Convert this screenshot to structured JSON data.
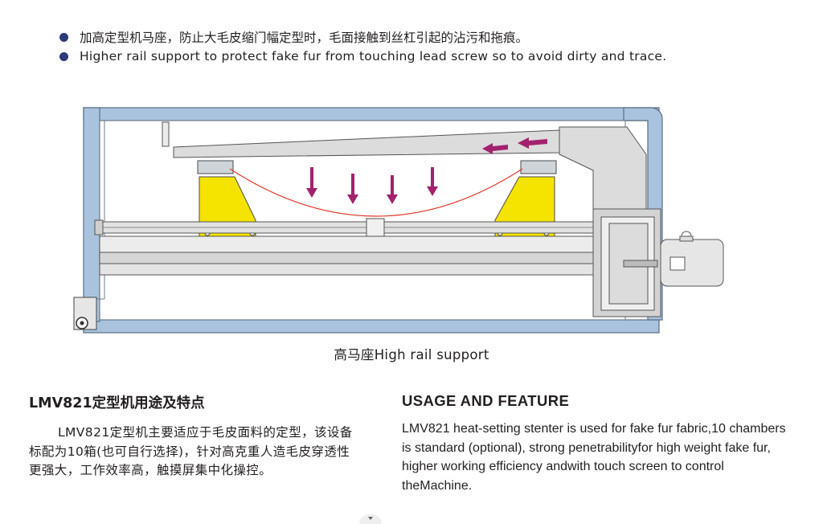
{
  "bullets": [
    "加高定型机马座，防止大毛皮缩门幅定型时，毛面接触到丝杠引起的沾污和拖痕。",
    "Higher rail support to protect fake fur from touching lead screw so to avoid dirty and trace."
  ],
  "caption": "高马座High rail support",
  "left_section": {
    "heading": "LMV821定型机用途及特点",
    "body": "LMV821定型机主要适应于毛皮面料的定型，该设备标配为10箱(也可自行选择)，针对高克重人造毛皮穿透性更强大，工作效率高，触摸屏集中化操控。"
  },
  "right_section": {
    "heading": "USAGE AND FEATURE",
    "body": "LMV821 heat-setting stenter is used for fake fur fabric,10 chambers is standard (optional), strong penetrabilityfor high weight fake fur, higher working efficiency andwith touch screen to control theMachine."
  },
  "colors": {
    "bullet": "#2c3a7a",
    "frame": "#a9c3df",
    "frame_stroke": "#5b6d80",
    "support": "#f5e400",
    "arrow": "#a3226e",
    "fabric_curve": "#e23b2e"
  }
}
